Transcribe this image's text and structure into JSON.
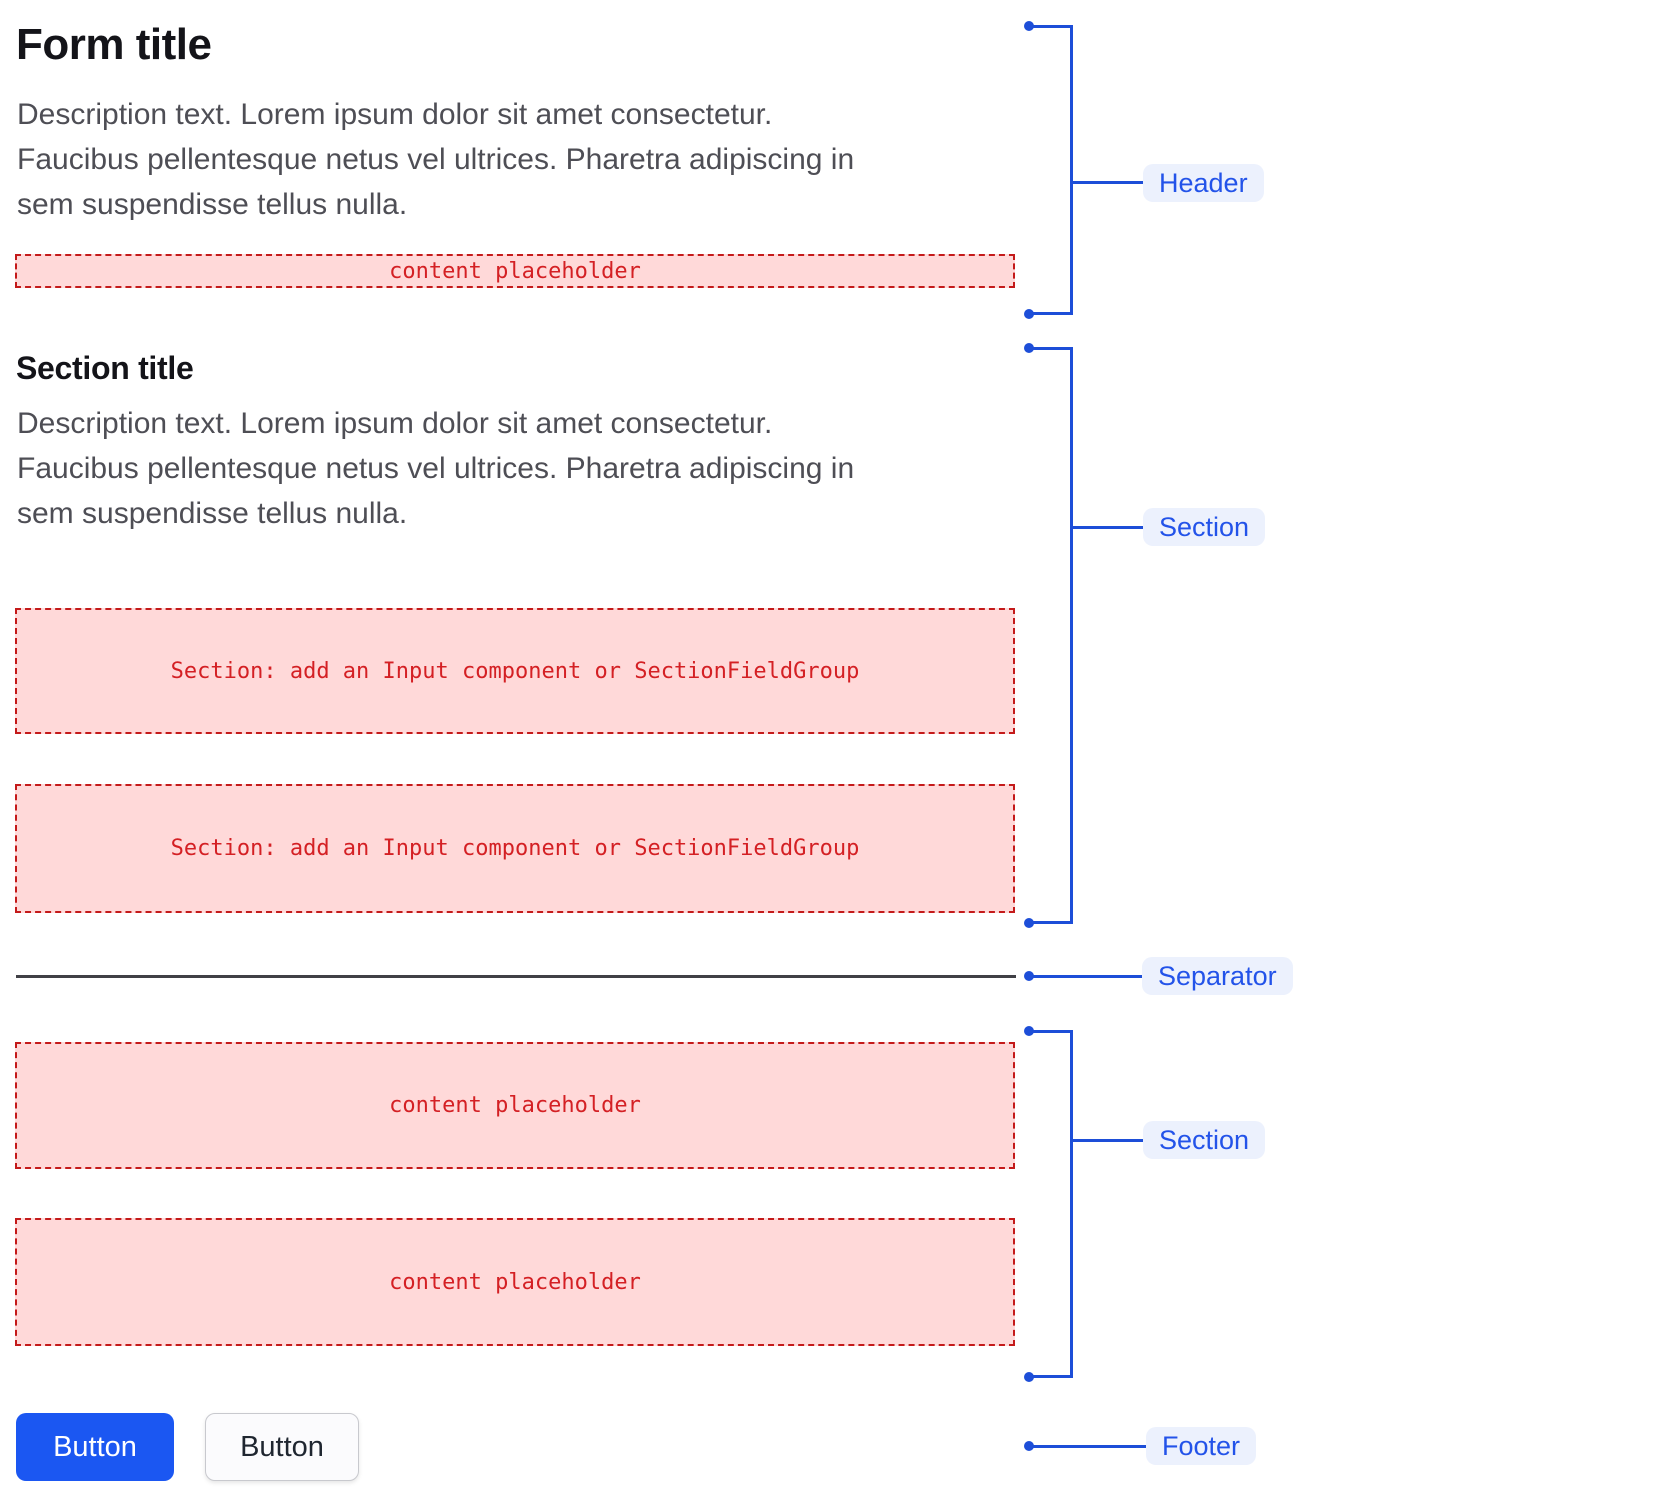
{
  "header": {
    "title": "Form title",
    "description": "Description text. Lorem ipsum dolor sit amet consectetur.\nFaucibus pellentesque netus vel ultrices. Pharetra adipiscing in\nsem suspendisse tellus nulla.",
    "placeholder": "content placeholder"
  },
  "section1": {
    "title": "Section title",
    "description": "Description text. Lorem ipsum dolor sit amet consectetur.\nFaucibus pellentesque netus vel ultrices. Pharetra adipiscing in\nsem suspendisse tellus nulla.",
    "boxes": [
      "Section: add an Input component or SectionFieldGroup",
      "Section: add an Input component or SectionFieldGroup"
    ]
  },
  "section2": {
    "boxes": [
      "content placeholder",
      "content placeholder"
    ]
  },
  "footer": {
    "primary_button_label": "Button",
    "secondary_button_label": "Button"
  },
  "annotations": {
    "header_label": "Header",
    "section1_label": "Section",
    "separator_label": "Separator",
    "section2_label": "Section",
    "footer_label": "Footer"
  },
  "colors": {
    "annotation_blue": "#1D4ED8",
    "annotation_label_text": "#2353E9",
    "annotation_label_bg": "#ECF1FD",
    "placeholder_bg": "#FFD9D9",
    "placeholder_border": "#C41A1A",
    "placeholder_text": "#D42024",
    "primary_button_bg": "#1B57F2",
    "title_text": "#141419",
    "description_text": "#4E4E55",
    "separator": "#404046"
  }
}
